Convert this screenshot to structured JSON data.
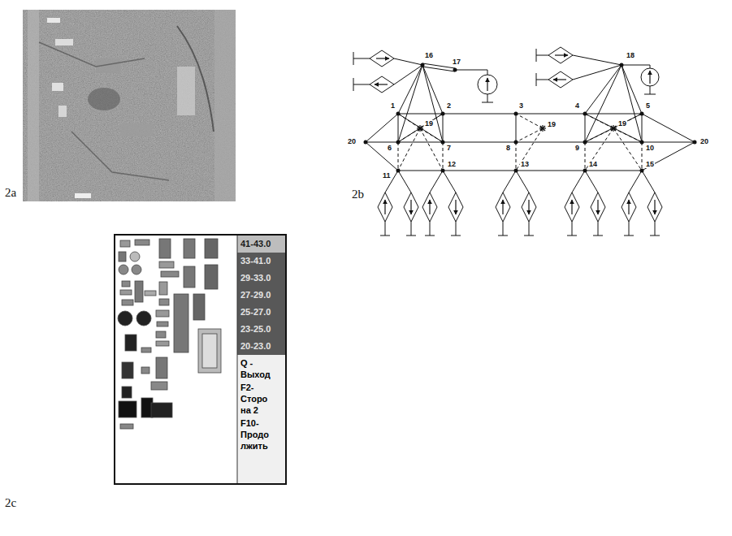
{
  "diagram": {
    "labels": [
      "2a",
      "2b",
      "2c",
      "16",
      "17",
      "18",
      "1",
      "2",
      "3",
      "4",
      "5",
      "20",
      "6",
      "19",
      "7",
      "8",
      "19",
      "9",
      "19",
      "10",
      "20",
      "11",
      "12",
      "13",
      "14",
      "15",
      "41-43.0",
      "33-41.0",
      "29-33.0",
      "27-29.0",
      "25-27.0",
      "23-25.0",
      "20-23.0",
      "Q -",
      "Выход",
      "F2-",
      "Сторо",
      "на 2",
      "F10-",
      "Продо",
      "лжить"
    ]
  }
}
